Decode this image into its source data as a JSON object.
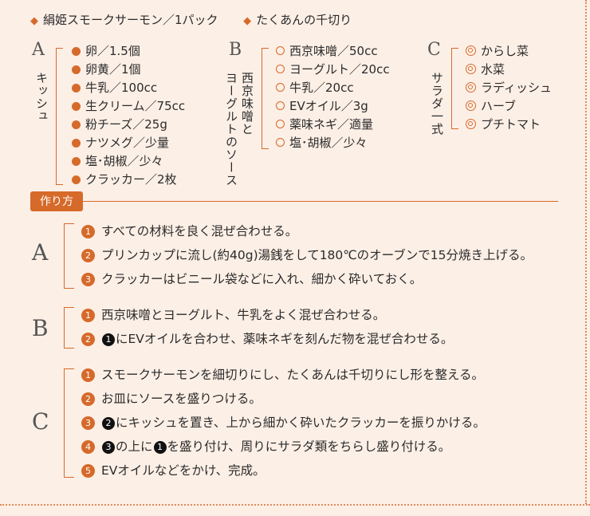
{
  "header": {
    "item1": "絹姫スモークサーモン／1パック",
    "item2": "たくあんの千切り",
    "marker": "◆"
  },
  "groupA": {
    "letter": "A",
    "label": "キッシュ",
    "items": [
      "卵／1.5個",
      "卵黄／1個",
      "牛乳／100cc",
      "生クリーム／75cc",
      "粉チーズ／25g",
      "ナツメグ／少量",
      "塩･胡椒／少々",
      "クラッカー／2枚"
    ]
  },
  "groupB": {
    "letter": "B",
    "label1": "西京味噌と",
    "label2": "ヨーグルトのソース",
    "items": [
      "西京味噌／50cc",
      "ヨーグルト／20cc",
      "牛乳／20cc",
      "EVオイル／3g",
      "薬味ネギ／適量",
      "塩･胡椒／少々"
    ]
  },
  "groupC": {
    "letter": "C",
    "label": "サラダ一式",
    "items": [
      "からし菜",
      "水菜",
      "ラディッシュ",
      "ハーブ",
      "プチトマト"
    ]
  },
  "method": {
    "title": "作り方",
    "A": {
      "letter": "A",
      "steps": [
        {
          "num": "1",
          "text": "すべての材料を良く混ぜ合わせる。"
        },
        {
          "num": "2",
          "text": "プリンカップに流し(約40g)湯銭をして180℃のオーブンで15分焼き上げる。"
        },
        {
          "num": "3",
          "text": "クラッカーはビニール袋などに入れ、細かく砕いておく。"
        }
      ]
    },
    "B": {
      "letter": "B",
      "steps": [
        {
          "num": "1",
          "text": "西京味噌とヨーグルト、牛乳をよく混ぜ合わせる。"
        },
        {
          "num": "2",
          "ref": "1",
          "text": "にEVオイルを合わせ、薬味ネギを刻んだ物を混ぜ合わせる。"
        }
      ]
    },
    "C": {
      "letter": "C",
      "steps": [
        {
          "num": "1",
          "text": "スモークサーモンを細切りにし、たくあんは千切りにし形を整える。"
        },
        {
          "num": "2",
          "text": "お皿にソースを盛りつける。"
        },
        {
          "num": "3",
          "ref": "2",
          "text": "にキッシュを置き、上から細かく砕いたクラッカーを振りかける。"
        },
        {
          "num": "4",
          "ref": "3",
          "text": "の上に",
          "ref2": "1",
          "text2": "を盛り付け、周りにサラダ類をちらし盛り付ける。"
        },
        {
          "num": "5",
          "text": "EVオイルなどをかけ、完成。"
        }
      ]
    }
  },
  "colors": {
    "accent": "#d66a2a",
    "background": "#fcefe6"
  }
}
